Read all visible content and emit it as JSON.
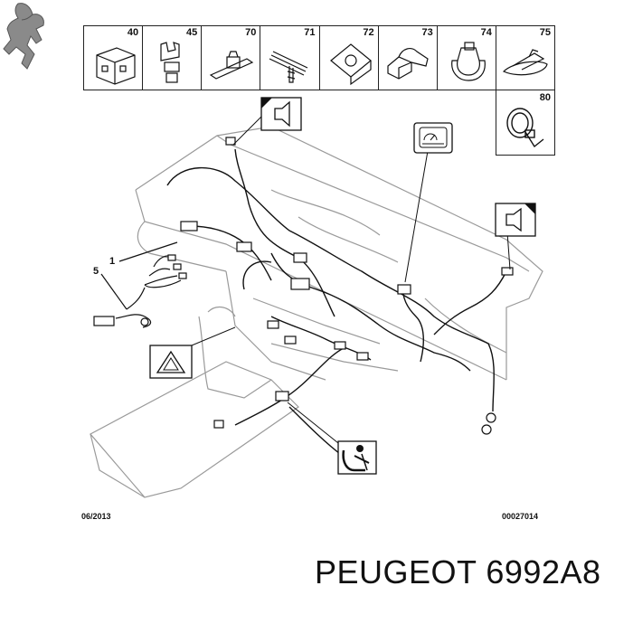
{
  "parts": [
    {
      "num": "40",
      "icon": "connector-block-icon"
    },
    {
      "num": "45",
      "icon": "cable-clip-icon"
    },
    {
      "num": "70",
      "icon": "flat-clip-icon"
    },
    {
      "num": "71",
      "icon": "push-pin-icon"
    },
    {
      "num": "72",
      "icon": "mount-bracket-icon"
    },
    {
      "num": "73",
      "icon": "cable-holder-icon"
    },
    {
      "num": "74",
      "icon": "u-clip-icon"
    },
    {
      "num": "75",
      "icon": "tie-mount-icon"
    }
  ],
  "part_80": {
    "num": "80",
    "icon": "cable-tie-icon"
  },
  "callouts": {
    "one": "1",
    "five": "5"
  },
  "footer": {
    "date": "06/2013",
    "ref": "00027014"
  },
  "caption": "PEUGEOT 6992A8",
  "icons": [
    "speaker-icon",
    "instrument-cluster-icon",
    "hazard-warning-icon",
    "seatbelt-icon",
    "peugeot-lion-logo"
  ]
}
